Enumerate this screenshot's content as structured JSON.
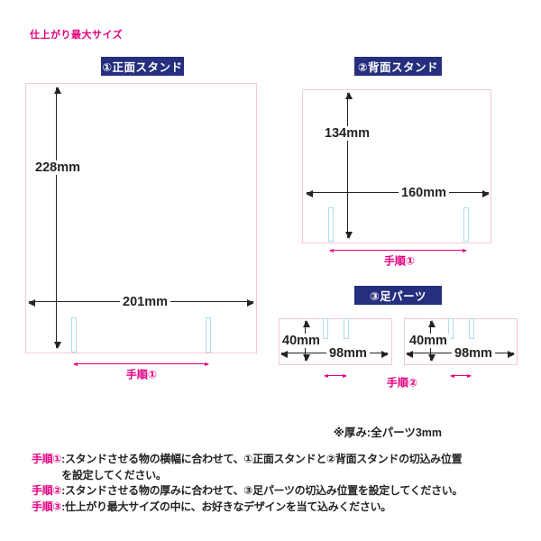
{
  "title": "仕上がり最大サイズ",
  "thickness_note": "※厚み:全パーツ3mm",
  "panels": {
    "front": {
      "badge": "①正面スタンド",
      "height": "228mm",
      "width": "201mm",
      "step": "手順①"
    },
    "back": {
      "badge": "②背面スタンド",
      "height": "134mm",
      "width": "160mm",
      "step": "手順①"
    },
    "foot": {
      "badge": "③足パーツ",
      "left": {
        "height": "40mm",
        "width": "98mm"
      },
      "right": {
        "height": "40mm",
        "width": "98mm"
      },
      "step": "手順②"
    }
  },
  "instructions": [
    {
      "step": "手順①",
      "text": ":スタンドさせる物の横幅に合わせて、①正面スタンドと②背面スタンドの切込み位置",
      "text_cont": "を設定してください。"
    },
    {
      "step": "手順②",
      "text": ":スタンドさせる物の厚みに合わせて、③足パーツの切込み位置を設定してください。"
    },
    {
      "step": "手順③",
      "text": ":仕上がり最大サイズの中に、お好きなデザインを当て込みください。"
    }
  ],
  "colors": {
    "accent_pink": "#e4007f",
    "panel_border_pink": "#f6c7da",
    "badge_navy": "#252f7d",
    "slot_blue": "#b0ddef",
    "ink": "#232323"
  }
}
